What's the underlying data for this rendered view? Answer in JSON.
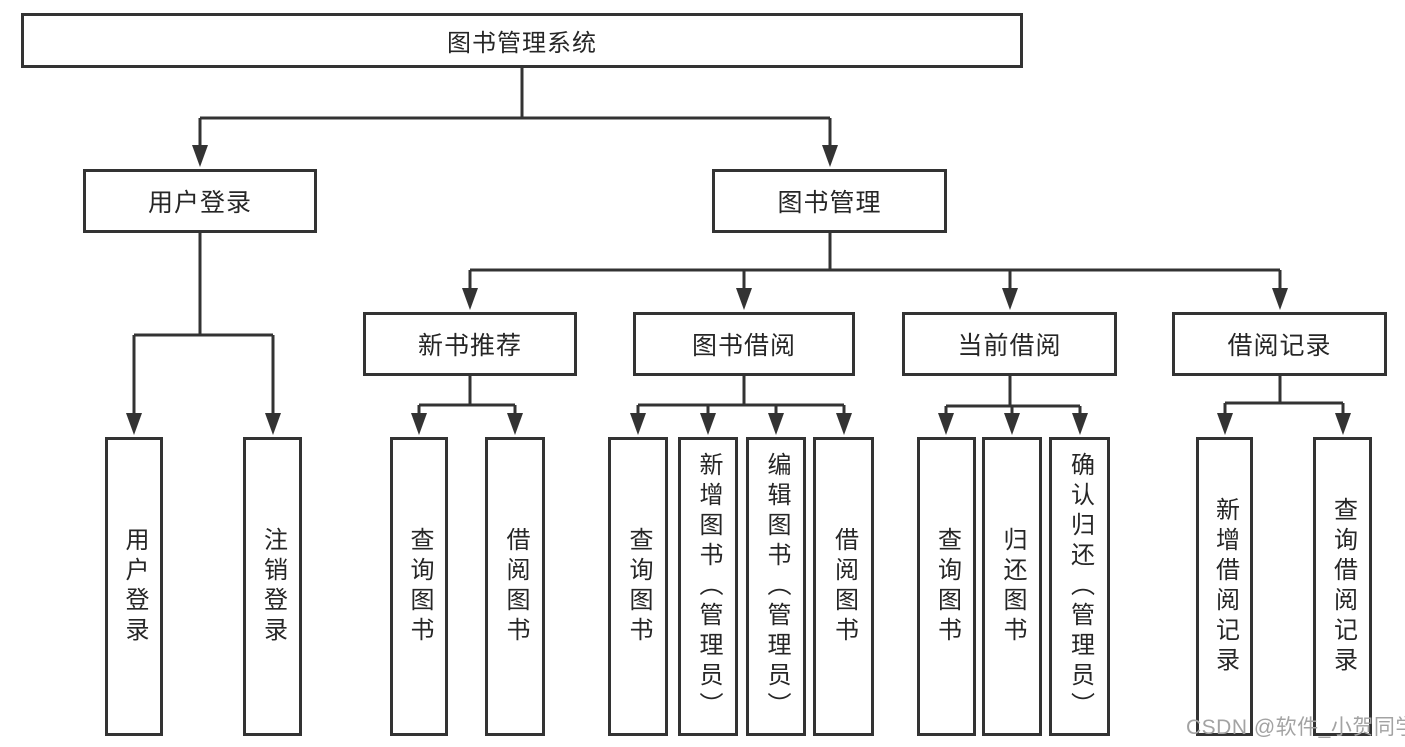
{
  "diagram": {
    "title": "图书管理系统",
    "branches": [
      {
        "label": "用户登录",
        "children": [
          {
            "label": "用户登录"
          },
          {
            "label": "注销登录"
          }
        ]
      },
      {
        "label": "图书管理",
        "groups": [
          {
            "label": "新书推荐",
            "children": [
              {
                "label": "查询图书"
              },
              {
                "label": "借阅图书"
              }
            ]
          },
          {
            "label": "图书借阅",
            "children": [
              {
                "label": "查询图书"
              },
              {
                "label": "新增图书（管理员）"
              },
              {
                "label": "编辑图书（管理员）"
              },
              {
                "label": "借阅图书"
              }
            ]
          },
          {
            "label": "当前借阅",
            "children": [
              {
                "label": "查询图书"
              },
              {
                "label": "归还图书"
              },
              {
                "label": "确认归还（管理员）"
              }
            ]
          },
          {
            "label": "借阅记录",
            "children": [
              {
                "label": "新增借阅记录"
              },
              {
                "label": "查询借阅记录"
              }
            ]
          }
        ]
      }
    ]
  },
  "watermark": {
    "text": "CSDN @软件_小贺同学"
  },
  "colors": {
    "line": "#333333",
    "text": "#262626",
    "box_background": "#ffffff",
    "watermark": "#a3a3a3",
    "page_background": "#ffffff"
  }
}
